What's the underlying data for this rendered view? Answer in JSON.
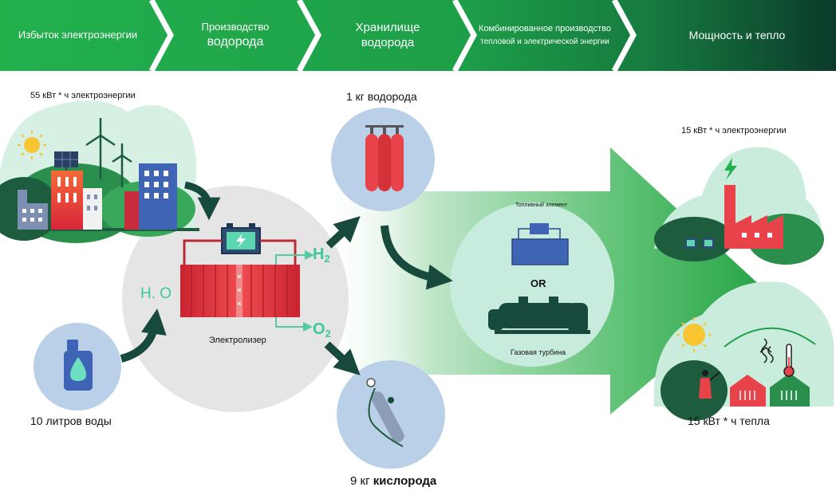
{
  "header": {
    "steps": [
      {
        "label": "Избыток электроэнергии"
      },
      {
        "line1": "Производство",
        "line2": "водорода"
      },
      {
        "line1": "Хранилище",
        "line2": "водорода"
      },
      {
        "line1": "Комбинированное производство",
        "line2": "тепловой и электрической энергии"
      },
      {
        "label": "Мощность и тепло"
      }
    ]
  },
  "labels": {
    "input_electricity": "55 кВт * ч электроэнергии",
    "hydrogen_amount": "1 кг водорода",
    "output_electricity": "15 кВт * ч электроэнергии",
    "water_formula": "H. O",
    "h2": "H",
    "h2_sub": "2",
    "o2": "O",
    "o2_sub": "2",
    "electrolyzer": "Электролизер",
    "fuel_cell": "Топливный элемент",
    "or": "OR",
    "gas_turbine": "Газовая турбина",
    "water_amount": "10 литров воды",
    "oxygen_num": "9 кг",
    "oxygen_word": "кислорода",
    "heat_output": "15 кВт * ч тепла"
  },
  "colors": {
    "header_green": "#1faa4a",
    "header_dark": "#0c3b2b",
    "arrow_dark": "#174a3c",
    "red": "#e8434a",
    "circle_blue": "#b9cfe8",
    "circle_mint": "#c9ece0",
    "circle_grey": "#e4e4e4"
  }
}
